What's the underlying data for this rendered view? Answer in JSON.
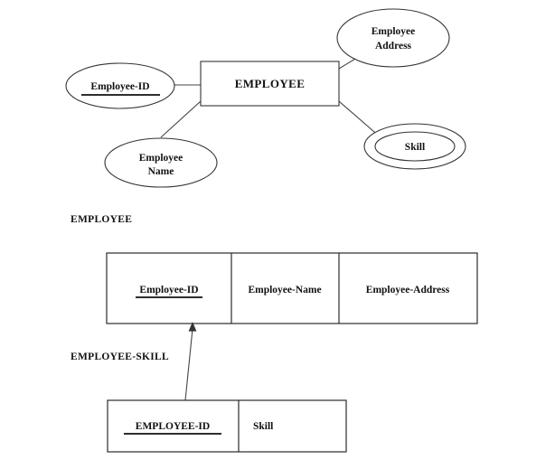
{
  "diagram": {
    "title_section_1": "EMPLOYEE",
    "title_section_2": "EMPLOYEE-SKILL",
    "er": {
      "entity": {
        "label": "EMPLOYEE",
        "type": "entity-rectangle"
      },
      "attributes": [
        {
          "id": "employee-id",
          "label": "Employee-ID",
          "lines": [
            "Employee-ID"
          ],
          "shape": "ellipse",
          "key": true,
          "underlined": true
        },
        {
          "id": "employee-name",
          "label": "Employee Name",
          "lines": [
            "Employee",
            "Name"
          ],
          "shape": "ellipse",
          "key": false,
          "underlined": false
        },
        {
          "id": "employee-address",
          "label": "Employee Address",
          "lines": [
            "Employee",
            "Address"
          ],
          "shape": "ellipse",
          "key": false,
          "underlined": false
        },
        {
          "id": "skill",
          "label": "Skill",
          "lines": [
            "Skill"
          ],
          "shape": "double-ellipse",
          "key": false,
          "underlined": false,
          "multivalued": true
        }
      ]
    },
    "tables": [
      {
        "id": "employee-table",
        "name": "EMPLOYEE",
        "columns": [
          {
            "label": "Employee-ID",
            "key": true,
            "align": "center"
          },
          {
            "label": "Employee-Name",
            "key": false,
            "align": "center"
          },
          {
            "label": "Employee-Address",
            "key": false,
            "align": "center"
          }
        ]
      },
      {
        "id": "employee-skill-table",
        "name": "EMPLOYEE-SKILL",
        "columns": [
          {
            "label": "EMPLOYEE-ID",
            "key": true,
            "align": "center"
          },
          {
            "label": "Skill",
            "key": false,
            "align": "left"
          }
        ]
      }
    ],
    "relationship": {
      "from": "employee-skill-table.EMPLOYEE-ID",
      "to": "employee-table.Employee-ID",
      "style": "foreign-key-arrow"
    },
    "colors": {
      "stroke": "#333333",
      "text": "#111111",
      "background": "#ffffff"
    }
  }
}
